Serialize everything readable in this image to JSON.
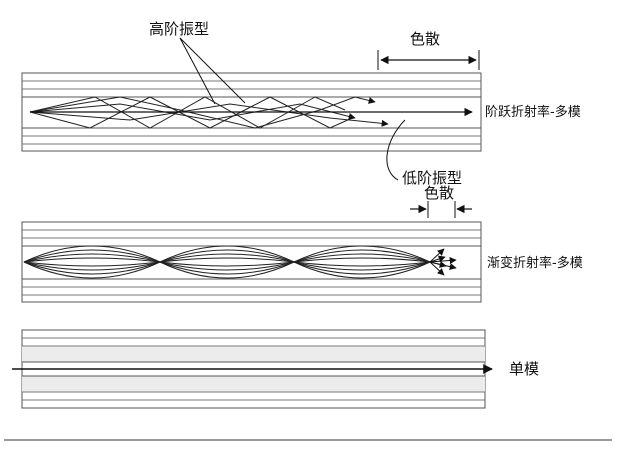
{
  "labels": {
    "high_order_mode": "高阶振型",
    "dispersion_top": "色散",
    "step_index_multimode": "阶跃折射率-多模",
    "low_order_mode": "低阶振型",
    "dispersion_mid": "色散",
    "graded_index_multimode": "渐变折射率-多模",
    "single_mode": "单模"
  },
  "colors": {
    "line": "#111111",
    "cladding_fill": "#eeeeee",
    "core_fill": "#ffffff"
  }
}
